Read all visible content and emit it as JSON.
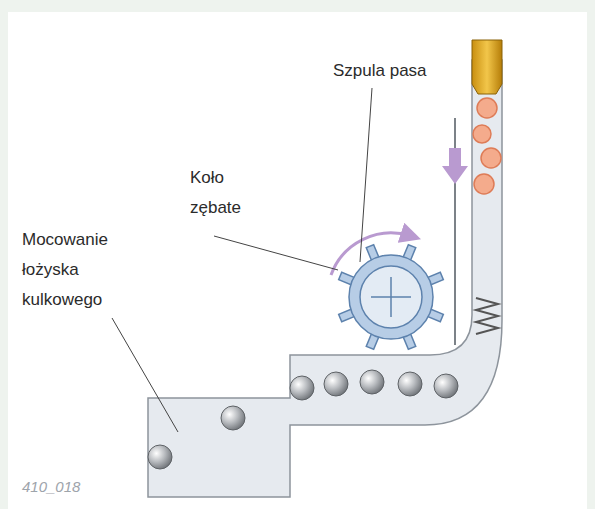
{
  "diagram": {
    "labels": [
      "Szpula pasa",
      "Koło zębate",
      "Mocowanie łożyska kulkowego",
      "410_018"
    ]
  }
}
